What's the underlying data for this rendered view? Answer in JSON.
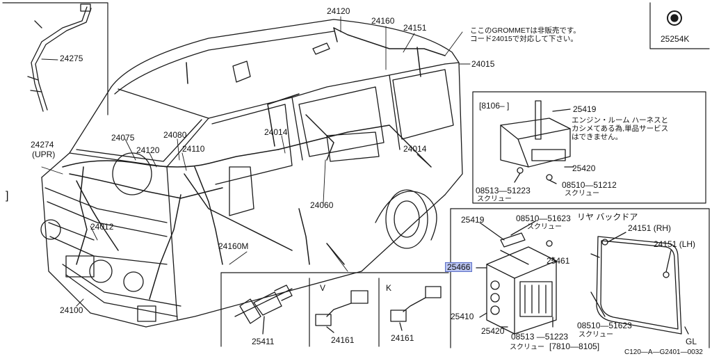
{
  "labels": {
    "p24275": "24275",
    "p24120_top": "24120",
    "p24160": "24160",
    "p24151": "24151",
    "p24015": "24015",
    "p25254k": "25254K",
    "p24274": "24274",
    "upr": "(UPR)",
    "p24075": "24075",
    "p24080": "24080",
    "p24120": "24120",
    "p24110": "24110",
    "p24014_a": "24014",
    "p24014_b": "24014",
    "p24060": "24060",
    "p24012": "24012",
    "p24160m": "24160M",
    "p24100": "24100",
    "p25411": "25411",
    "v": "V",
    "k": "K",
    "p24161_a": "24161",
    "p24161_b": "24161",
    "p8106": "[8106–  ]",
    "p25419_a": "25419",
    "p25420_a": "25420",
    "p08513_a": "08513—51223",
    "screw_a": "スクリュー",
    "p08510_a": "08510—51212",
    "screw_b": "スクリュー",
    "p25419_b": "25419",
    "p08510_b": "08510—51623",
    "screw_c": "スクリュー",
    "rear_back_door": "リヤ  バックドア",
    "p24151_rh": "24151 (RH)",
    "p24151_lh": "24151 (LH)",
    "p25466": "25466",
    "p25461": "25461",
    "p25410": "25410",
    "p25420_b": "25420",
    "p08513_b": "08513 —51223",
    "screw_d": "スクリュー",
    "p7810": "[7810—8105]",
    "p08510_c": "08510—51623",
    "screw_e": "スクリュー",
    "gl": "GL",
    "code": "C120—A—G2401—0032",
    "bracket_mark": "]"
  },
  "notes": {
    "grommet": "ここのGROMMETは非販売です。\nコード24015で対応して下さい。",
    "engine_room": "エンジン・ルーム ハーネスと\nカシメてある為,単品サービス\nはできません。"
  },
  "colors": {
    "highlight": "#b9c3ef",
    "ink": "#111111"
  }
}
